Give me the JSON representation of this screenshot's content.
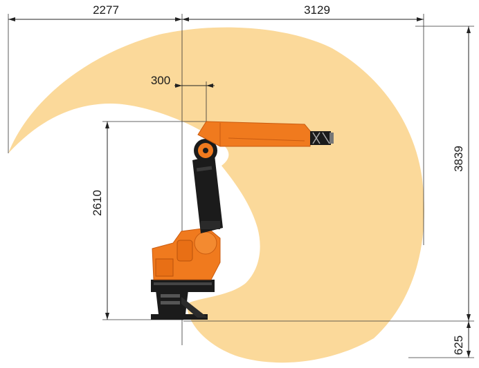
{
  "dimensions": {
    "reach_back": "2277",
    "reach_front": "3129",
    "offset": "300",
    "height_arm": "2610",
    "reach_height": "3839",
    "reach_below": "625"
  },
  "colors": {
    "workspace": "#fbd99a",
    "robot_orange": "#f07a1e",
    "robot_orange_dark": "#c95b10",
    "robot_black": "#1b1b1b"
  }
}
